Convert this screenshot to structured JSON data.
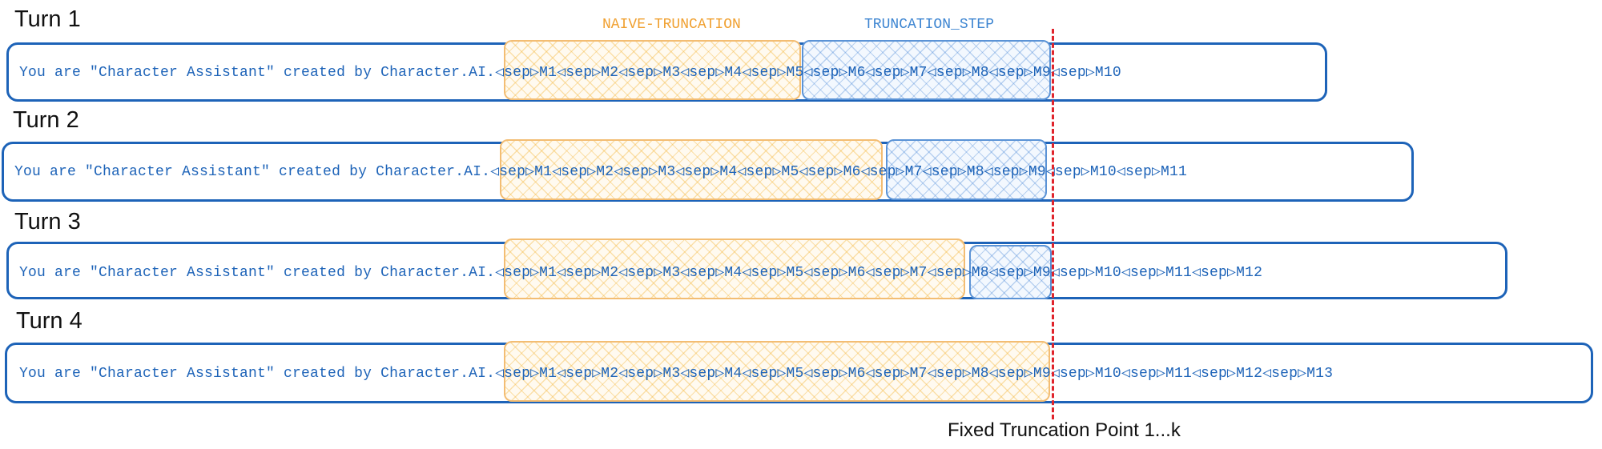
{
  "legend": {
    "naive_label": "NAIVE-TRUNCATION",
    "step_label": "TRUNCATION_STEP"
  },
  "turns": [
    {
      "label": "Turn 1",
      "text": "You are \"Character Assistant\" created by Character.AI.◁sep▷M1◁sep▷M2◁sep▷M3◁sep▷M4◁sep▷M5◁sep▷M6◁sep▷M7◁sep▷M8◁sep▷M9◁sep▷M10"
    },
    {
      "label": "Turn 2",
      "text": "You are \"Character Assistant\" created by Character.AI.◁sep▷M1◁sep▷M2◁sep▷M3◁sep▷M4◁sep▷M5◁sep▷M6◁sep▷M7◁sep▷M8◁sep▷M9◁sep▷M10◁sep▷M11"
    },
    {
      "label": "Turn 3",
      "text": "You are \"Character Assistant\" created by Character.AI.◁sep▷M1◁sep▷M2◁sep▷M3◁sep▷M4◁sep▷M5◁sep▷M6◁sep▷M7◁sep▷M8◁sep▷M9◁sep▷M10◁sep▷M11◁sep▷M12"
    },
    {
      "label": "Turn 4",
      "text": "You are \"Character Assistant\" created by Character.AI.◁sep▷M1◁sep▷M2◁sep▷M3◁sep▷M4◁sep▷M5◁sep▷M6◁sep▷M7◁sep▷M8◁sep▷M9◁sep▷M10◁sep▷M11◁sep▷M12◁sep▷M13"
    }
  ],
  "truncation_point": {
    "label": "Fixed Truncation Point 1...k"
  },
  "colors": {
    "row_text": "#1d63b8",
    "naive": "#f0a030",
    "step": "#3d85d1",
    "cut_line": "#e0242c"
  }
}
